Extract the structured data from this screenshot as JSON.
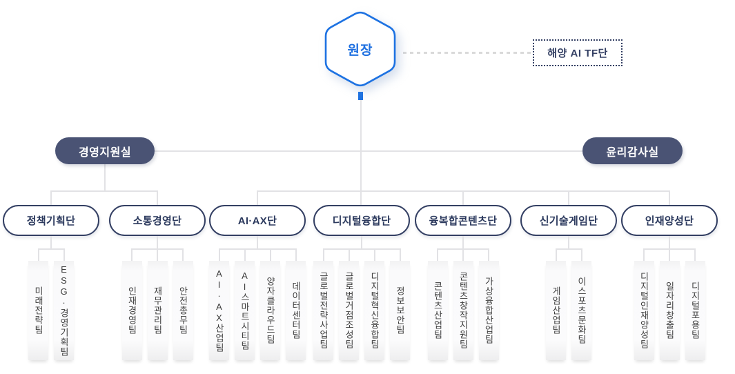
{
  "root": {
    "label": "원장"
  },
  "tf_box": {
    "label": "해양 AI TF단"
  },
  "offices": [
    {
      "label": "경영지원실"
    },
    {
      "label": "윤리감사실"
    }
  ],
  "groups": [
    {
      "label": "정책기획단",
      "teams": [
        "미래전략팀",
        "ESG·경영기획팀"
      ]
    },
    {
      "label": "소통경영단",
      "teams": [
        "인재경영팀",
        "재무관리팀",
        "안전총무팀"
      ]
    },
    {
      "label": "AI·AX단",
      "teams": [
        "AI·AX산업팀",
        "AI스마트시티팀",
        "양자클라우드팀",
        "데이터센터팀"
      ]
    },
    {
      "label": "디지털융합단",
      "teams": [
        "글로벌전략사업팀",
        "글로벌거점조성팀",
        "디지털혁신융합팀",
        "정보보안팀"
      ]
    },
    {
      "label": "융복합콘텐츠단",
      "teams": [
        "콘텐츠산업팀",
        "콘텐츠창작지원팀",
        "가상융합산업팀"
      ]
    },
    {
      "label": "신기술게임단",
      "teams": [
        "게임산업팀",
        "이스포츠문화팀"
      ]
    },
    {
      "label": "인재양성단",
      "teams": [
        "디지털인재양성팀",
        "일자리창출팀",
        "디지털포용팀"
      ]
    }
  ],
  "colors": {
    "accent_blue": "#1d72e2",
    "navy": "#333f63",
    "pill_bg": "#4a5374",
    "line": "#e2e2e5"
  }
}
